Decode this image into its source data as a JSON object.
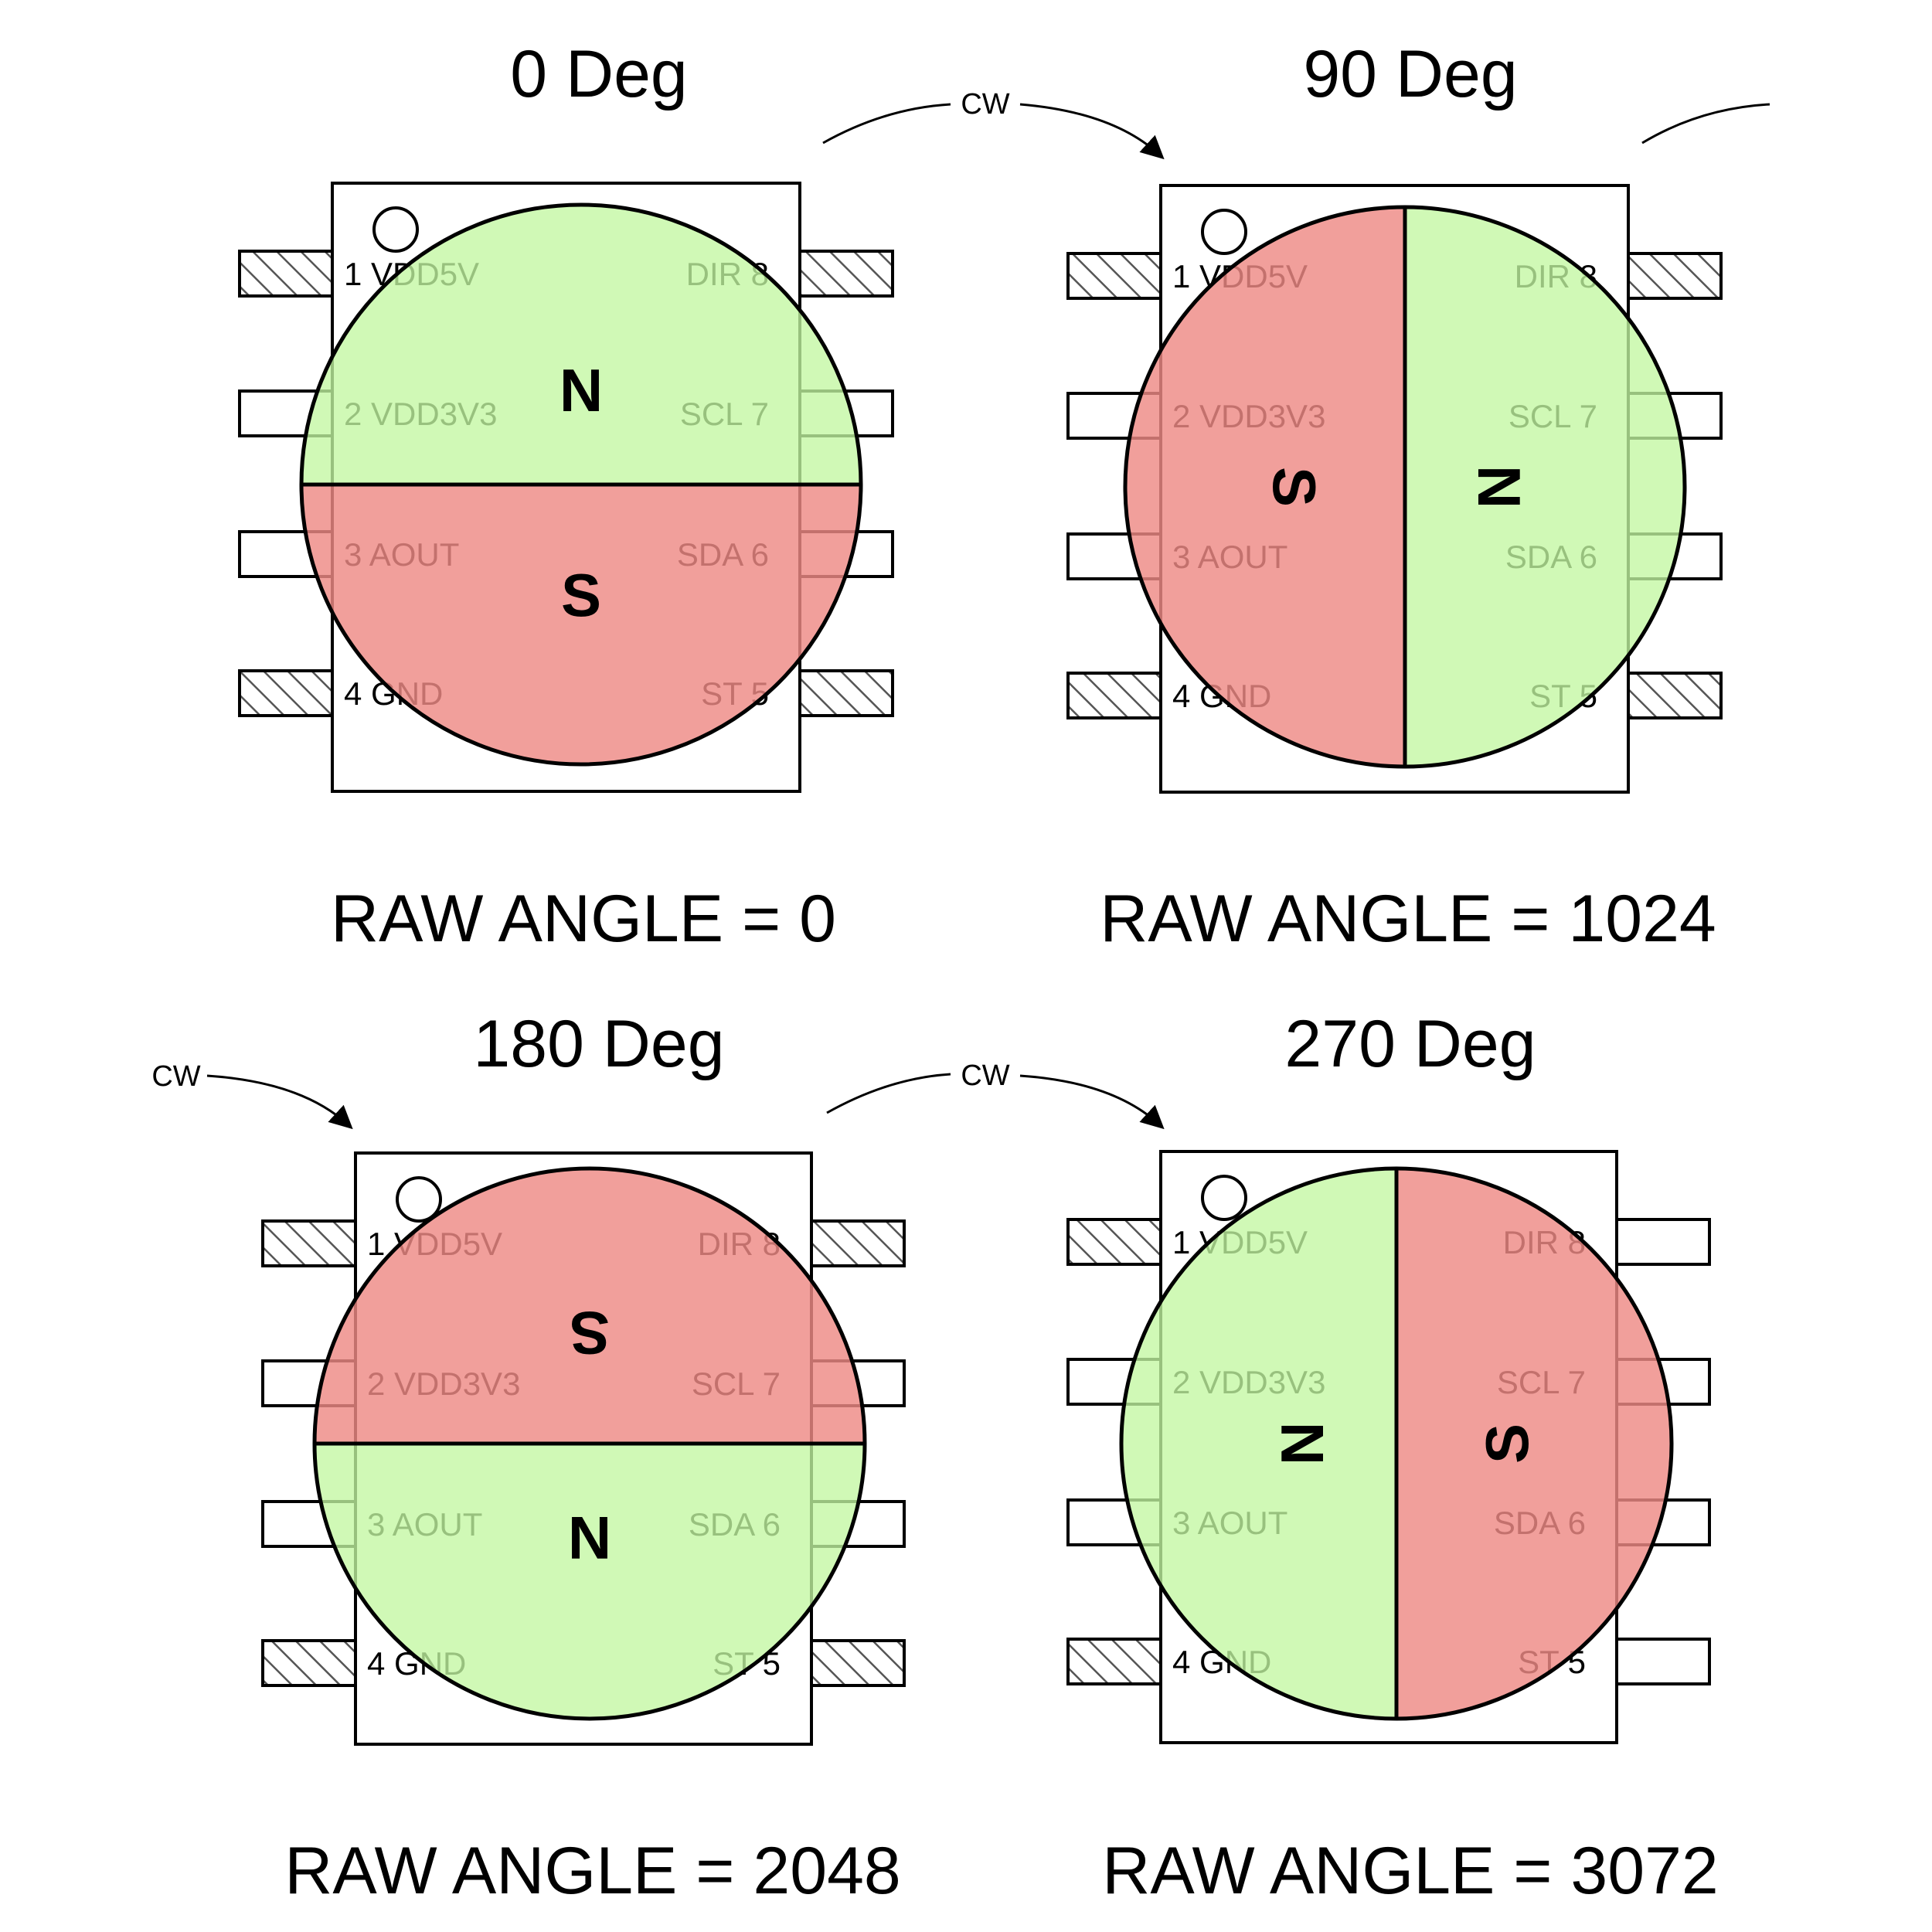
{
  "colors": {
    "north": "#c3f7a1",
    "south": "#ee8a85",
    "outline": "#000000",
    "background": "#ffffff"
  },
  "arrow_label": "CW",
  "pins": {
    "left": [
      "1 VDD5V",
      "2 VDD3V3",
      "3 AOUT",
      "4 GND"
    ],
    "right": [
      "DIR 8",
      "SCL 7",
      "SDA 6",
      "ST 5"
    ]
  },
  "poles": {
    "north": "N",
    "south": "S"
  },
  "panels": [
    {
      "title": "0 Deg",
      "raw_angle": "RAW ANGLE = 0",
      "rotation_deg": 0,
      "hatched_left": [
        true,
        false,
        false,
        true
      ],
      "hatched_right": [
        true,
        false,
        false,
        true
      ]
    },
    {
      "title": "90 Deg",
      "raw_angle": "RAW ANGLE = 1024",
      "rotation_deg": 90,
      "hatched_left": [
        true,
        false,
        false,
        true
      ],
      "hatched_right": [
        true,
        false,
        false,
        true
      ]
    },
    {
      "title": "180 Deg",
      "raw_angle": "RAW ANGLE = 2048",
      "rotation_deg": 180,
      "hatched_left": [
        true,
        false,
        false,
        true
      ],
      "hatched_right": [
        true,
        false,
        false,
        true
      ]
    },
    {
      "title": "270 Deg",
      "raw_angle": "RAW ANGLE = 3072",
      "rotation_deg": 270,
      "hatched_left": [
        true,
        false,
        false,
        true
      ],
      "hatched_right": [
        false,
        false,
        false,
        false
      ]
    }
  ]
}
